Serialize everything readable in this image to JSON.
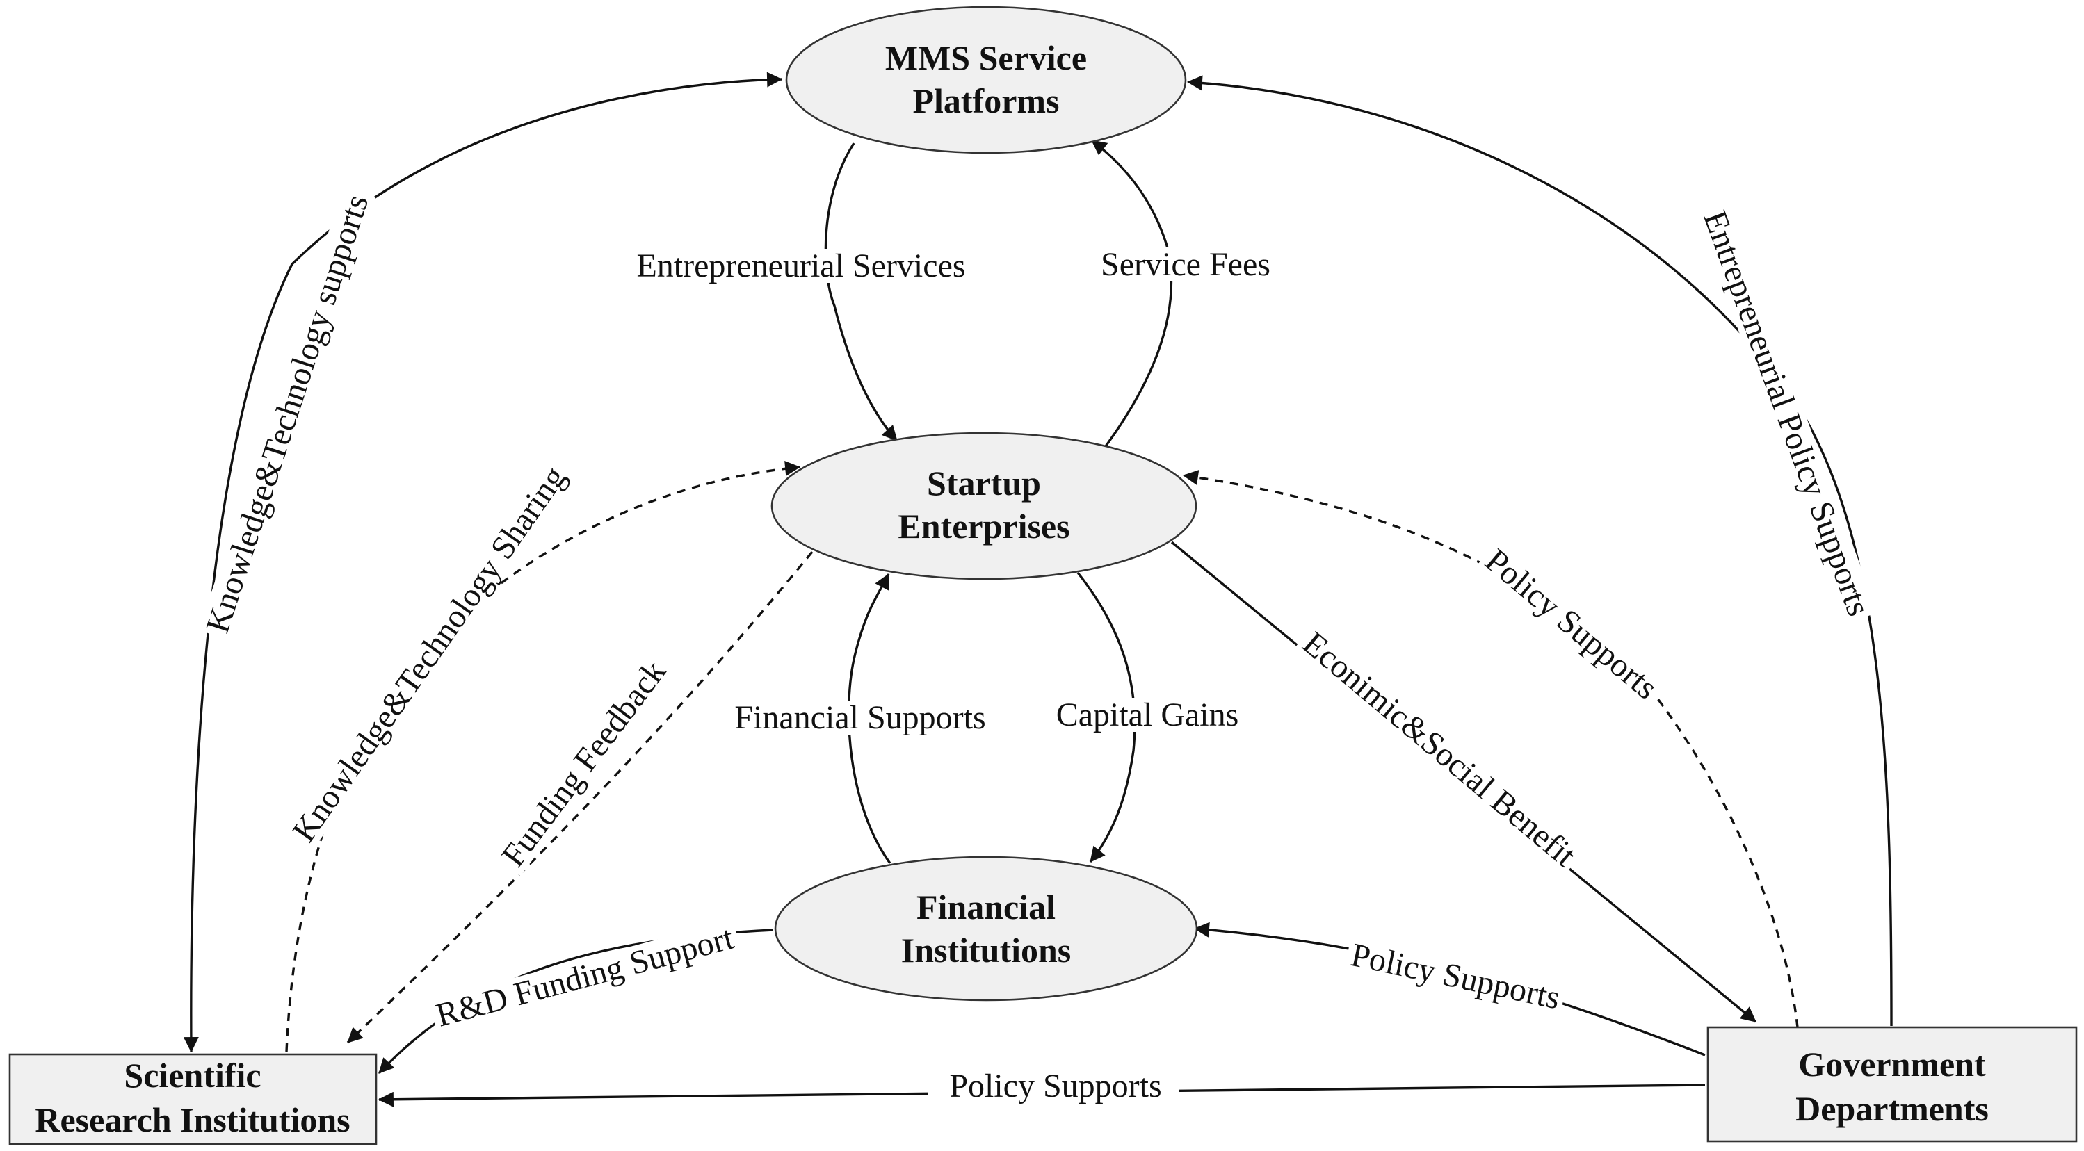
{
  "nodes": {
    "mms": {
      "line1": "MMS Service",
      "line2": "Platforms"
    },
    "startup": {
      "line1": "Startup",
      "line2": "Enterprises"
    },
    "financial": {
      "line1": "Financial",
      "line2": "Institutions"
    },
    "scientific": {
      "line1": "Scientific",
      "line2": "Research Institutions"
    },
    "government": {
      "line1": "Government",
      "line2": "Departments"
    }
  },
  "edges": {
    "entrepreneurial_services": "Entrepreneurial Services",
    "service_fees": "Service Fees",
    "knowledge_technology_supports": "Knowledge&Technology supports",
    "entrepreneurial_policy_supports": "Entrepreneurial Policy Supports",
    "knowledge_technology_sharing": "Knowledge&Technology Sharing",
    "funding_feedback": "Funding Feedback",
    "policy_supports_startup": "Policy Supports",
    "economic_social_benefit": "Econimic&Social Benefit",
    "financial_supports": "Financial Supports",
    "capital_gains": "Capital Gains",
    "rd_funding_support": "R&D Funding Support",
    "policy_supports_financial": "Policy Supports",
    "policy_supports_scientific": "Policy Supports"
  }
}
